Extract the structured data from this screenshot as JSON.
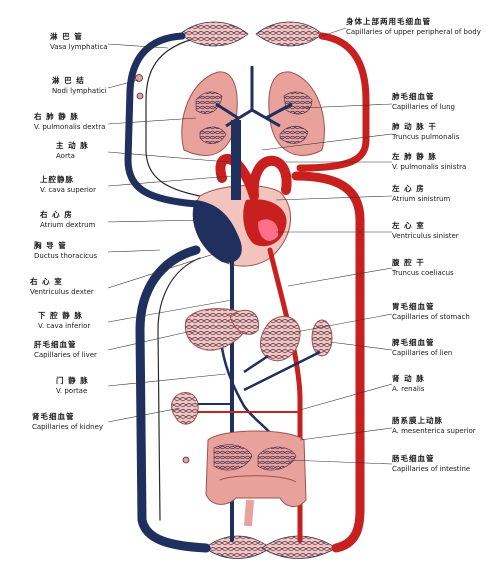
{
  "colors": {
    "vein": "#1f2f5e",
    "artery": "#c8201f",
    "organ": "#e9a19c",
    "organ_light": "#f3c4bd",
    "capillary_net": "#3a2a4a",
    "leader": "#333333"
  },
  "labels_left": [
    {
      "id": "vasa-lymphatica",
      "zh": "淋 巴 管",
      "la": "Vasa lymphatica"
    },
    {
      "id": "nodi-lymphatici",
      "zh": "淋 巴 结",
      "la": "Nodi lymphatici"
    },
    {
      "id": "v-pulmonalis-dextra",
      "zh": "右 肺 静 脉",
      "la": "V. pulmonalis dextra"
    },
    {
      "id": "aorta",
      "zh": "主 动 脉",
      "la": "Aorta"
    },
    {
      "id": "v-cava-superior",
      "zh": "上腔静脉",
      "la": "V. cava superior"
    },
    {
      "id": "atrium-dextrum",
      "zh": "右 心 房",
      "la": "Atrium dextrum"
    },
    {
      "id": "ductus-thoracicus",
      "zh": "胸 导 管",
      "la": "Ductus thoracicus"
    },
    {
      "id": "ventriculus-dexter",
      "zh": "右 心 室",
      "la": "Ventriculus dexter"
    },
    {
      "id": "v-cava-inferior",
      "zh": "下 腔 静 脉",
      "la": "V. cava inferior"
    },
    {
      "id": "capillaries-of-liver",
      "zh": "肝毛细血管",
      "la": "Capillaries of liver"
    },
    {
      "id": "v-portae",
      "zh": "门 静 脉",
      "la": "V. portae"
    },
    {
      "id": "capillaries-of-kidney",
      "zh": "肾毛细血管",
      "la": "Capillaries of kidney"
    }
  ],
  "labels_right": [
    {
      "id": "capillaries-upper-body",
      "zh": "身体上部两用毛细血管",
      "la": "Capillaries of upper peripheral of body"
    },
    {
      "id": "capillaries-of-lung",
      "zh": "肺毛细血管",
      "la": "Capillaries of lung"
    },
    {
      "id": "truncus-pulmonalis",
      "zh": "肺 动 脉 干",
      "la": "Truncus pulmonalis"
    },
    {
      "id": "v-pulmonalis-sinistra",
      "zh": "左 肺 静 脉",
      "la": "V. pulmonalis sinistra"
    },
    {
      "id": "atrium-sinistrum",
      "zh": "左 心 房",
      "la": "Atrium sinistrum"
    },
    {
      "id": "ventriculus-sinister",
      "zh": "左 心 室",
      "la": "Ventriculus sinister"
    },
    {
      "id": "truncus-coeliacus",
      "zh": "腹 腔 干",
      "la": "Truncus coeliacus"
    },
    {
      "id": "capillaries-of-stomach",
      "zh": "胃毛细血管",
      "la": "Capillaries of stomach"
    },
    {
      "id": "capillaries-of-lien",
      "zh": "脾毛细血管",
      "la": "Capillaries of lien"
    },
    {
      "id": "a-renalis",
      "zh": "肾 动 脉",
      "la": "A. renalis"
    },
    {
      "id": "a-mesenterica-superior",
      "zh": "肠系膜上动脉",
      "la": "A. mesenterica superior"
    },
    {
      "id": "capillaries-of-intestine",
      "zh": "肠毛细血管",
      "la": "Capillaries of intestine"
    }
  ]
}
